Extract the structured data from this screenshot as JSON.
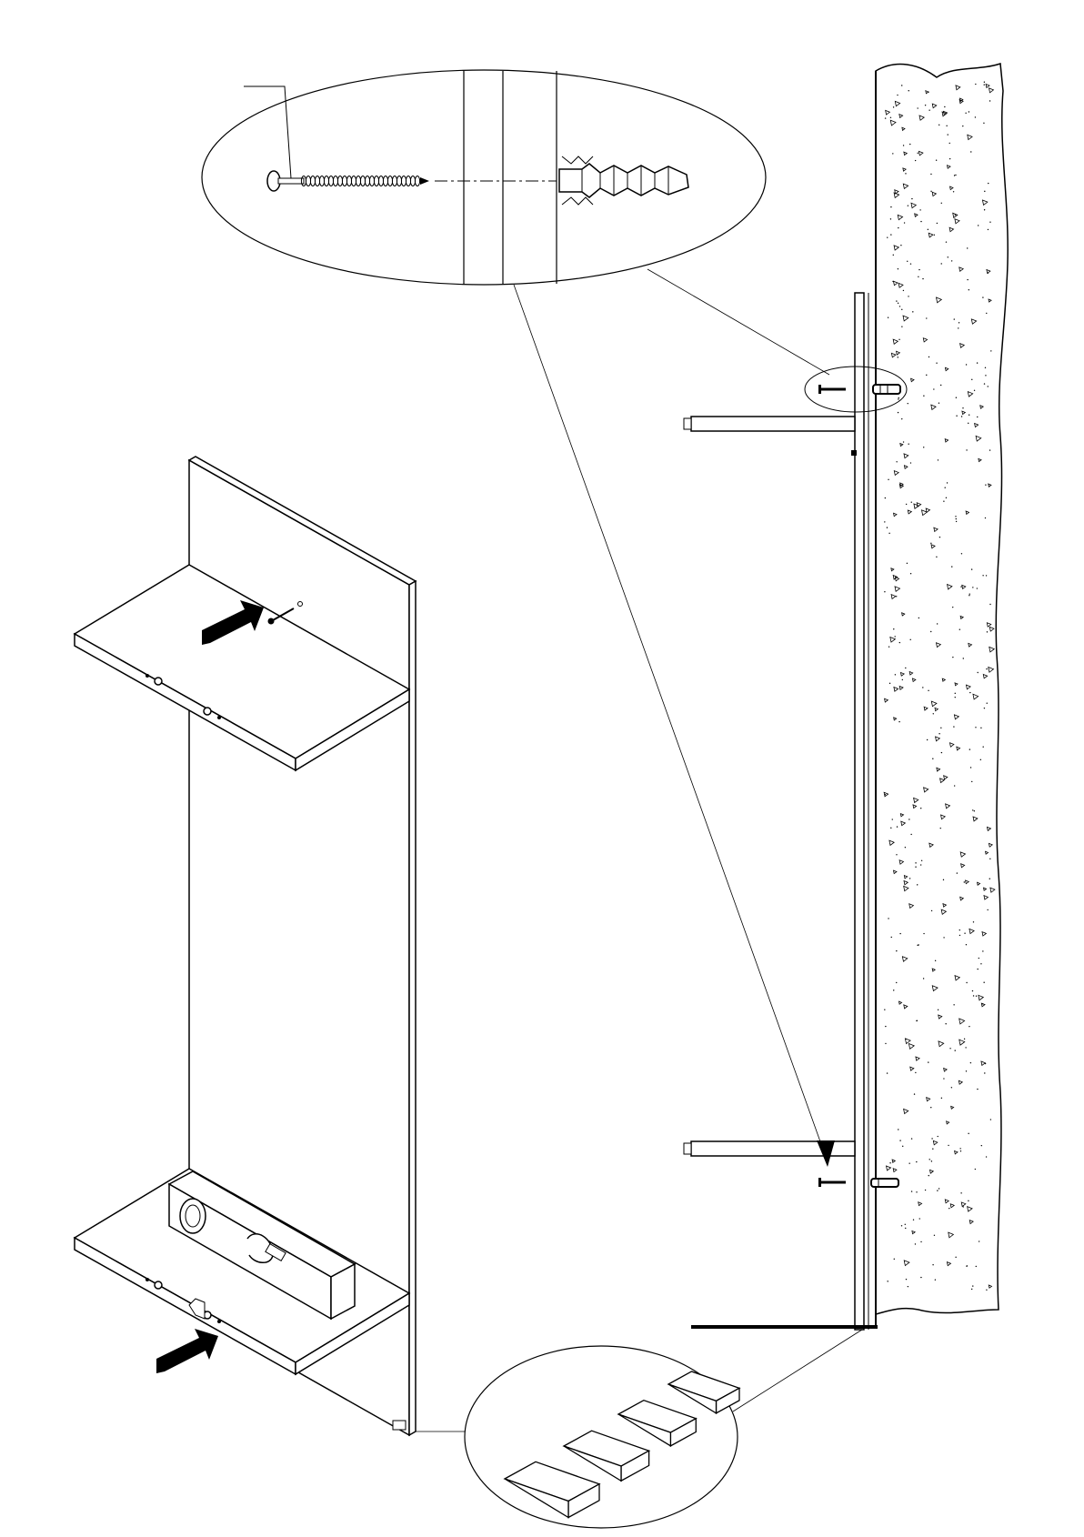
{
  "diagram": {
    "kind": "assembly-instruction",
    "callout_label": "",
    "colors": {
      "ink": "#000000",
      "paper": "#ffffff",
      "wall_fill": "#ffffff",
      "arrow_fill": "#000000"
    },
    "parts": [
      {
        "name": "back-panel"
      },
      {
        "name": "upper-shelf"
      },
      {
        "name": "lower-shelf"
      },
      {
        "name": "spirit-level"
      },
      {
        "name": "wall-screw"
      },
      {
        "name": "wall-plug"
      },
      {
        "name": "leveling-wedges",
        "count": 4
      }
    ],
    "icons": [
      "push-arrow-icon",
      "screw-icon",
      "wall-plug-icon",
      "spirit-level-icon",
      "wedge-icon"
    ]
  }
}
